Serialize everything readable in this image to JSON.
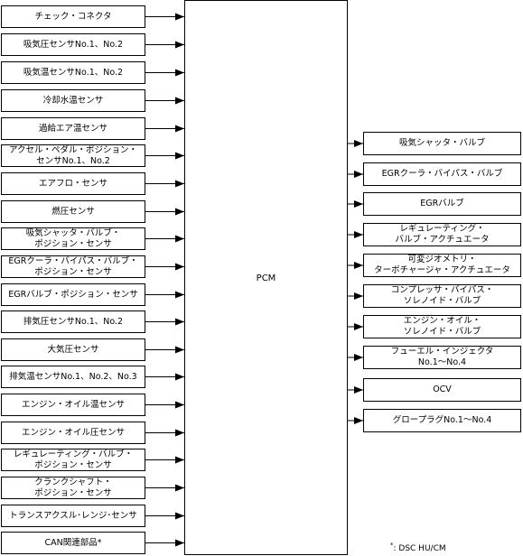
{
  "pcm": {
    "label": "PCM"
  },
  "inputs": [
    {
      "lines": [
        "チェック・コネクタ"
      ]
    },
    {
      "lines": [
        "吸気圧センサNo.1、No.2"
      ]
    },
    {
      "lines": [
        "吸気温センサNo.1、No.2"
      ]
    },
    {
      "lines": [
        "冷却水温センサ"
      ]
    },
    {
      "lines": [
        "過給エア温センサ"
      ]
    },
    {
      "lines": [
        "アクセル・ペダル・ポジション・",
        "センサNo.1、No.2"
      ]
    },
    {
      "lines": [
        "エアフロ・センサ"
      ]
    },
    {
      "lines": [
        "燃圧センサ"
      ]
    },
    {
      "lines": [
        "吸気シャッタ・バルブ・",
        "ポジション・センサ"
      ]
    },
    {
      "lines": [
        "EGRクーラ・バイパス・バルブ・",
        "ポジション・センサ"
      ]
    },
    {
      "lines": [
        "EGRバルブ・ポジション・センサ"
      ]
    },
    {
      "lines": [
        "排気圧センサNo.1、No.2"
      ]
    },
    {
      "lines": [
        "大気圧センサ"
      ]
    },
    {
      "lines": [
        "排気温センサNo.1、No.2、No.3"
      ]
    },
    {
      "lines": [
        "エンジン・オイル温センサ"
      ]
    },
    {
      "lines": [
        "エンジン・オイル圧センサ"
      ]
    },
    {
      "lines": [
        "レギュレーティング・バルブ・",
        "ポジション・センサ"
      ]
    },
    {
      "lines": [
        "クランクシャフト・",
        "ポジション・センサ"
      ]
    },
    {
      "lines": [
        "トランスアクスル･レンジ･センサ"
      ]
    },
    {
      "lines": [
        "CAN関連部品*"
      ]
    }
  ],
  "outputs": [
    {
      "lines": [
        "吸気シャッタ・バルブ"
      ]
    },
    {
      "lines": [
        "EGRクーラ・バイパス・バルブ"
      ]
    },
    {
      "lines": [
        "EGRバルブ"
      ]
    },
    {
      "lines": [
        "レギュレーティング・",
        "バルブ・アクチュエータ"
      ]
    },
    {
      "lines": [
        "可変ジオメトリ・",
        "ターボチャージャ・アクチュエータ"
      ]
    },
    {
      "lines": [
        "コンプレッサ・バイパス・",
        "ソレノイド・バルブ"
      ]
    },
    {
      "lines": [
        "エンジン・オイル・",
        "ソレノイド・バルブ"
      ]
    },
    {
      "lines": [
        "フューエル・インジェクタ",
        "No.1～No.4"
      ]
    },
    {
      "lines": [
        "OCV"
      ]
    },
    {
      "lines": [
        "グロープラグNo.1～No.4"
      ]
    }
  ],
  "footnote": {
    "mark": "*",
    "text": ": DSC HU/CM"
  }
}
